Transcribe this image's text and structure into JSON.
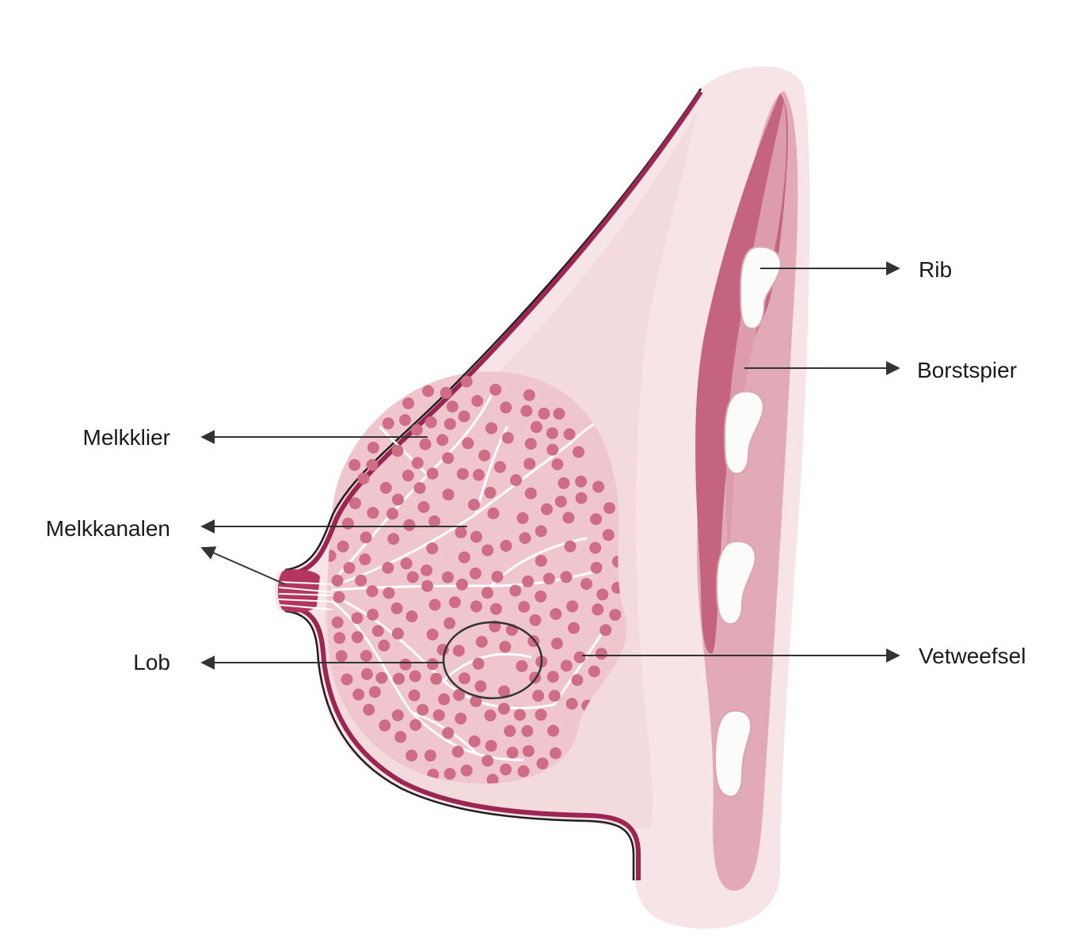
{
  "labels": {
    "melkklier": "Melkklier",
    "melkkanalen": "Melkkanalen",
    "lob": "Lob",
    "rib": "Rib",
    "borstspier": "Borstspier",
    "vetweefsel": "Vetweefsel"
  },
  "colors": {
    "skin": "#f2dadd",
    "outer_layer": "#f6e4e6",
    "fat_zone": "#f4dde0",
    "gland_tissue": "#efc9cf",
    "lobule_dot": "#cf6c86",
    "duct": "#ffffff",
    "outline": "#9c2653",
    "muscle_dark": "#c4647f",
    "muscle_light": "#e2aab7",
    "rib_bone": "#fbfbfa",
    "arrow": "#333333"
  },
  "icons": {
    "arrow": "arrow-right-icon"
  }
}
